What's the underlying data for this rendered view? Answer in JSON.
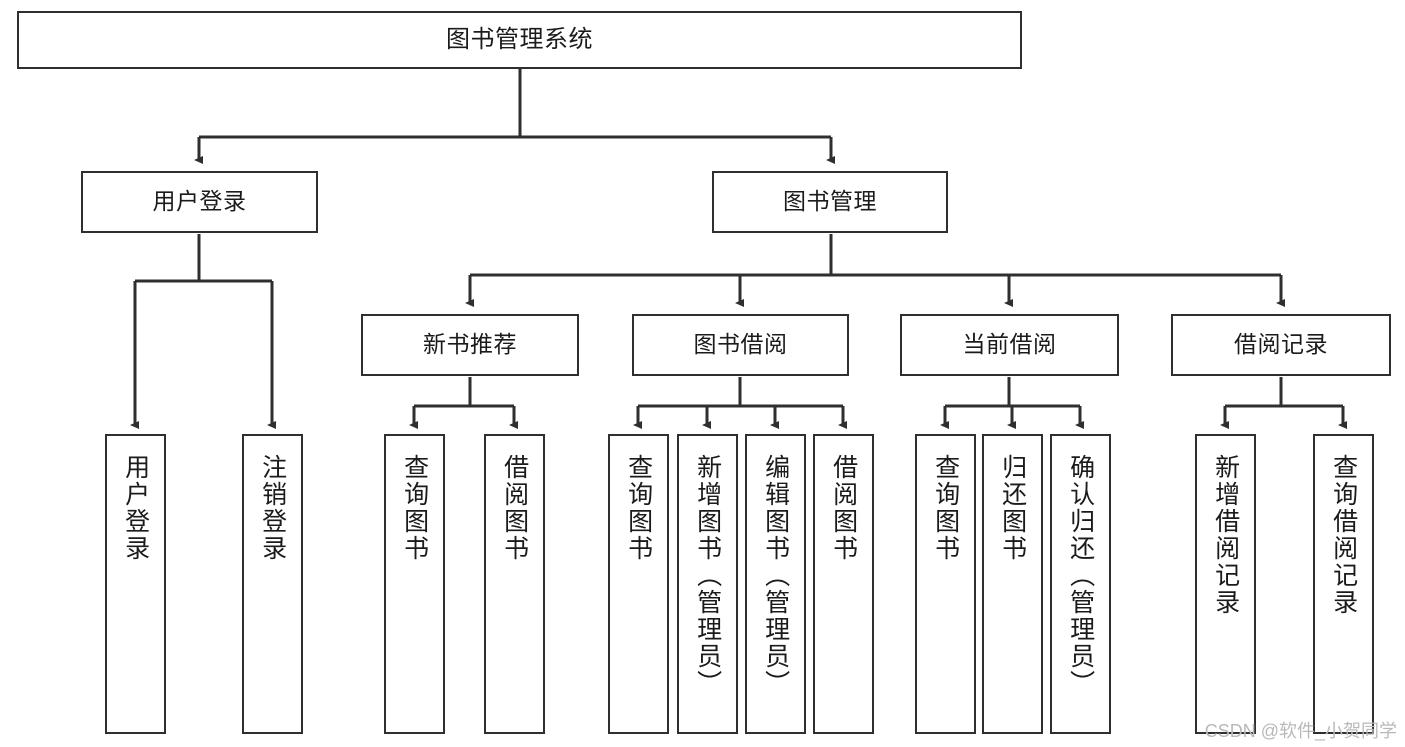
{
  "diagram": {
    "title": "图书管理系统",
    "type": "tree-hierarchy-diagram",
    "colors": {
      "border": "#2f2f2f",
      "fill": "#ffffff",
      "text": "#1b1b1b",
      "edge": "#2f2f2f",
      "watermark": "#b9b9b9"
    },
    "root": {
      "label": "图书管理系统"
    },
    "level2": [
      {
        "label": "用户登录"
      },
      {
        "label": "图书管理"
      }
    ],
    "level3": [
      {
        "label": "新书推荐"
      },
      {
        "label": "图书借阅"
      },
      {
        "label": "当前借阅"
      },
      {
        "label": "借阅记录"
      }
    ],
    "leaves": [
      {
        "label": "用户登录"
      },
      {
        "label": "注销登录"
      },
      {
        "label": "查询图书"
      },
      {
        "label": "借阅图书"
      },
      {
        "label": "查询图书"
      },
      {
        "label": "新增图书（管理员）"
      },
      {
        "label": "编辑图书（管理员）"
      },
      {
        "label": "借阅图书"
      },
      {
        "label": "查询图书"
      },
      {
        "label": "归还图书"
      },
      {
        "label": "确认归还（管理员）"
      },
      {
        "label": "新增借阅记录"
      },
      {
        "label": "查询借阅记录"
      }
    ]
  },
  "watermark": {
    "text": "CSDN @软件_小贺同学"
  }
}
